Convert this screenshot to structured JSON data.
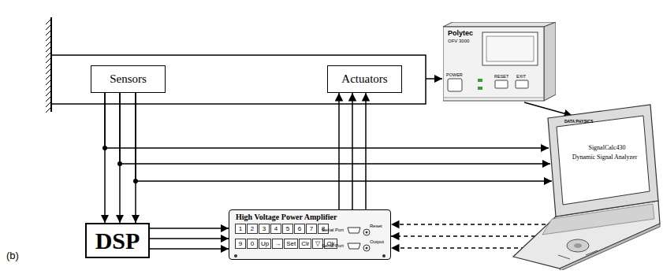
{
  "diagram": {
    "nodes": [
      {
        "text": [
          "Sensors"
        ]
      },
      {
        "text": [
          "Actuators"
        ]
      },
      {
        "text": [
          "Polytec",
          "OFV 3000"
        ]
      },
      {
        "text": [
          "DSP"
        ]
      },
      {
        "text": [
          "High Voltage Power Amplifier"
        ]
      },
      {
        "text": [
          "SignalCalc430",
          "Dynamic Signal Analyzer"
        ]
      }
    ],
    "edges": [
      {
        "from": 0,
        "to": 3,
        "arrow": "to"
      },
      {
        "from": 0,
        "to": 3,
        "arrow": "to"
      },
      {
        "from": 0,
        "to": 3,
        "arrow": "to"
      },
      {
        "from": 0,
        "to": 5,
        "arrow": "to"
      },
      {
        "from": 0,
        "to": 5,
        "arrow": "to"
      },
      {
        "from": 0,
        "to": 5,
        "arrow": "to"
      },
      {
        "from": 3,
        "to": 4,
        "arrow": "to"
      },
      {
        "from": 3,
        "to": 4,
        "arrow": "to"
      },
      {
        "from": 3,
        "to": 4,
        "arrow": "to"
      },
      {
        "from": 4,
        "to": 1,
        "arrow": "to"
      },
      {
        "from": 4,
        "to": 1,
        "arrow": "to"
      },
      {
        "from": 4,
        "to": 1,
        "arrow": "to"
      },
      {
        "from": 2,
        "to": 5,
        "arrow": "to"
      },
      {
        "from": 5,
        "to": 4,
        "arrow": "to"
      },
      {
        "from": 5,
        "to": 4,
        "arrow": "to"
      },
      {
        "from": 5,
        "to": 4,
        "arrow": "to"
      }
    ],
    "labels": [
      "POWER",
      "RESET",
      "EXIT",
      "DATA PHYSICS",
      "(b)",
      "1",
      "2",
      "3",
      "4",
      "5",
      "6",
      "7",
      "8",
      "9",
      "0",
      "Up",
      "→",
      "Set",
      "Clr",
      "▽",
      "Ok",
      "Serial Port",
      "Reset",
      "Serial Port",
      "Output"
    ]
  }
}
